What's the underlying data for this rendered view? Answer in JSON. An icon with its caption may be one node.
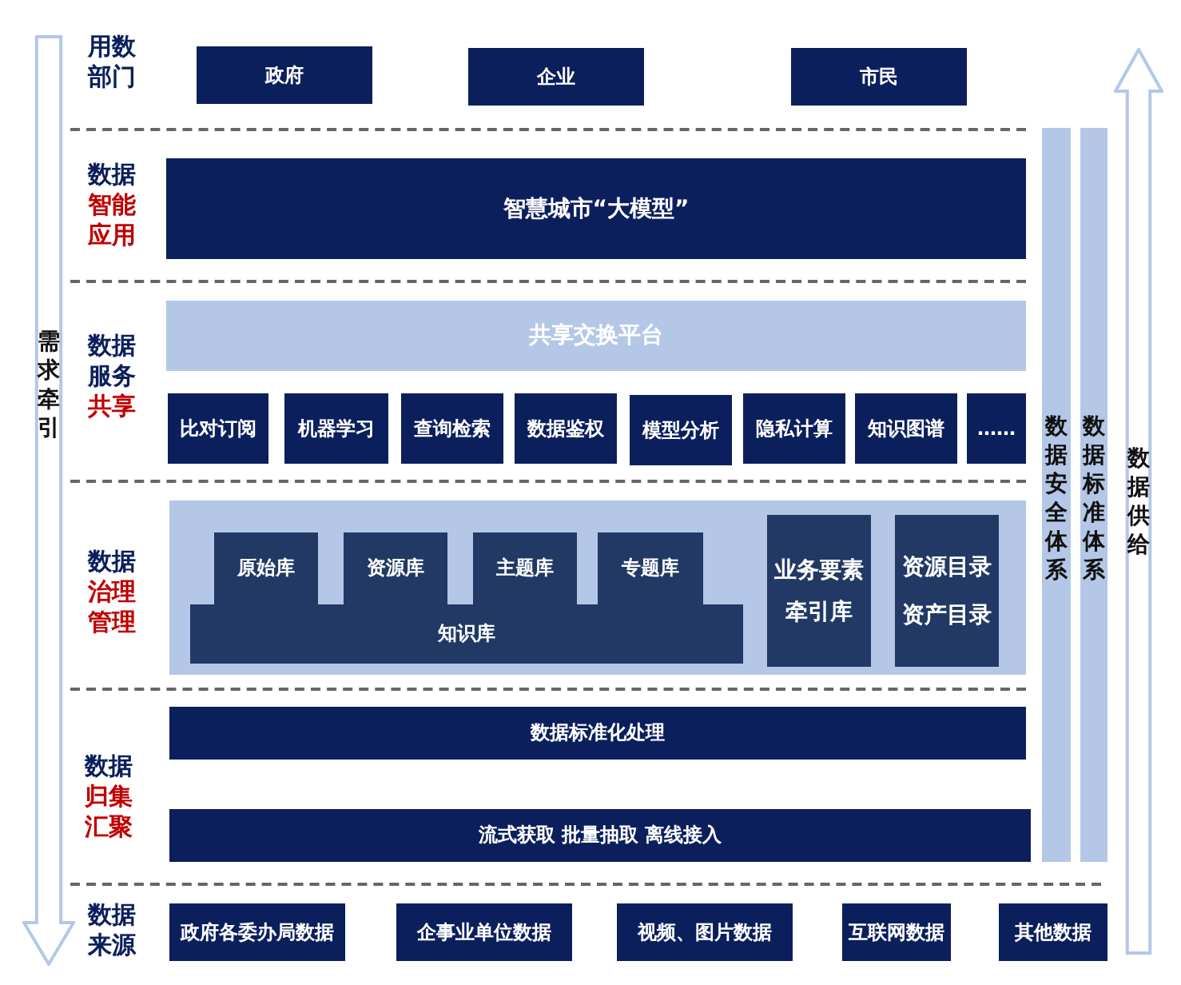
{
  "diagram": {
    "nodes": [
      {
        "text": [
          "需求牵引"
        ]
      },
      {
        "text": [
          "政府"
        ]
      },
      {
        "text": [
          "企业"
        ]
      },
      {
        "text": [
          "市民"
        ]
      },
      {
        "text": [
          "智慧城市“大模型”"
        ]
      },
      {
        "text": [
          "共享交换平台"
        ]
      },
      {
        "text": [
          "比对订阅"
        ]
      },
      {
        "text": [
          "机器学习"
        ]
      },
      {
        "text": [
          "查询检索"
        ]
      },
      {
        "text": [
          "数据鉴权"
        ]
      },
      {
        "text": [
          "模型分析"
        ]
      },
      {
        "text": [
          "隐私计算"
        ]
      },
      {
        "text": [
          "知识图谱"
        ]
      },
      {
        "text": [
          "……"
        ]
      },
      {
        "text": [],
        "shape": "box"
      },
      {
        "text": [
          "原始库"
        ],
        "in": 14
      },
      {
        "text": [
          "资源库"
        ],
        "in": 14
      },
      {
        "text": [
          "主题库"
        ],
        "in": 14
      },
      {
        "text": [
          "专题库"
        ],
        "in": 14
      },
      {
        "text": [
          "知识库"
        ],
        "in": 14
      },
      {
        "text": [
          "业务要素牵引库"
        ],
        "in": 14
      },
      {
        "text": [
          "资源目录",
          "资产目录"
        ],
        "in": 14
      },
      {
        "text": [
          "数据标准化处理"
        ]
      },
      {
        "text": [
          "流式获取 批量抽取 离线接入"
        ]
      },
      {
        "text": [
          "政府各委办局数据"
        ]
      },
      {
        "text": [
          "企事业单位数据"
        ]
      },
      {
        "text": [
          "视频、图片数据"
        ]
      },
      {
        "text": [
          "互联网数据"
        ]
      },
      {
        "text": [
          "其他数据"
        ]
      },
      {
        "text": [
          "数据安全体系"
        ]
      },
      {
        "text": [
          "数据标准体系"
        ]
      },
      {
        "text": [
          "数据供给"
        ]
      }
    ],
    "labels": [
      "用数部门",
      "数据",
      "智能应用",
      "数据服务",
      "共享",
      "数据",
      "治理管理",
      "数据",
      "归集汇聚",
      "数据来源"
    ]
  }
}
